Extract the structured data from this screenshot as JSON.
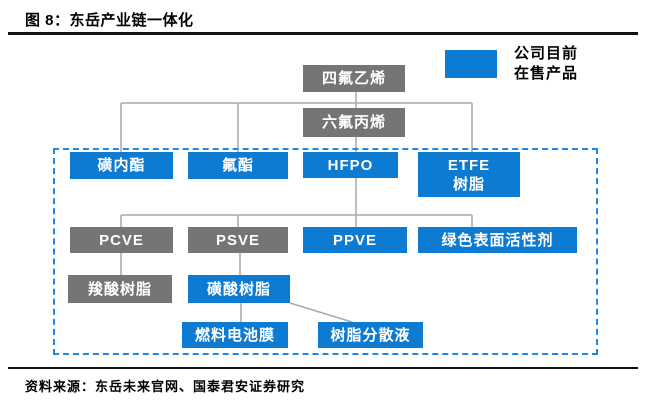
{
  "header": {
    "title": "图 8：东岳产业链一体化"
  },
  "legend": {
    "line1": "公司目前",
    "line2": "在售产品",
    "swatch_meaning": "company-current-products"
  },
  "colors": {
    "product_blue": "#0d7bd2",
    "intermediate_gray": "#757575",
    "connector_gray": "#a9a9a9",
    "dashed_border_blue": "#2286e3",
    "rule_black": "#111111"
  },
  "nodes": {
    "tfe": "四氟乙烯",
    "hfp": "六氟丙烯",
    "sultone": "磺内酯",
    "fluoroester": "氟酯",
    "hfpo": "HFPO",
    "etfe": "ETFE\n树脂",
    "pcve": "PCVE",
    "psve": "PSVE",
    "ppve": "PPVE",
    "surfactant": "绿色表面活性剂",
    "carboxylic_resin": "羧酸树脂",
    "sulfonic_resin": "磺酸树脂",
    "fuel_cell_membrane": "燃料电池膜",
    "resin_dispersion": "树脂分散液"
  },
  "footer": {
    "source": "资料来源：东岳未来官网、国泰君安证券研究"
  }
}
